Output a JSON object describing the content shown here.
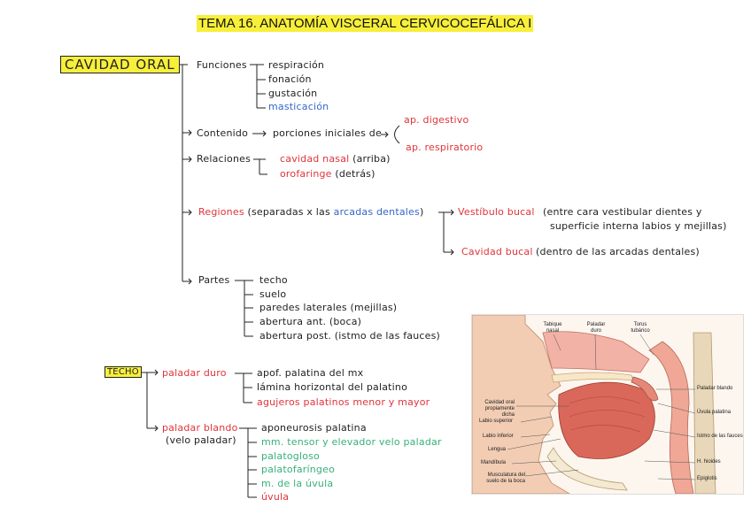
{
  "title": "TEMA 16. ANATOMÍA VISCERAL CERVICOCEFÁLICA I",
  "cavidad_oral": {
    "label": "CAVIDAD ORAL",
    "funciones": {
      "label": "Funciones",
      "items": [
        "respiración",
        "fonación",
        "gustación",
        "masticación"
      ]
    },
    "contenido": {
      "label": "Contenido",
      "text": "porciones iniciales de",
      "items": [
        "ap. digestivo",
        "ap. respiratorio"
      ]
    },
    "relaciones": {
      "label": "Relaciones",
      "items": [
        {
          "name": "cavidad nasal",
          "note": "(arriba)"
        },
        {
          "name": "orofaringe",
          "note": "(detrás)"
        }
      ]
    },
    "regiones": {
      "label": "Regiones",
      "paren_open": "(separadas x las",
      "arcadas": "arcadas dentales",
      "paren_close": ")",
      "vestibulo": "Vestíbulo bucal",
      "vestibulo_note_1": "(entre cara vestibular dientes y",
      "vestibulo_note_2": "superficie interna labios y mejillas)",
      "cavidad_bucal": "Cavidad bucal",
      "cavidad_bucal_note": "(dentro de las arcadas dentales)"
    },
    "partes": {
      "label": "Partes",
      "items": [
        "techo",
        "suelo",
        "paredes laterales (mejillas)",
        "abertura ant. (boca)",
        "abertura post. (istmo de las fauces)"
      ]
    }
  },
  "techo": {
    "label": "TECHO",
    "paladar_duro": {
      "label": "paladar duro",
      "items": [
        "apof. palatina del mx",
        "lámina horizontal del palatino",
        "agujeros palatinos menor y mayor"
      ]
    },
    "paladar_blando": {
      "label": "paladar blando",
      "sub": "(velo paladar)",
      "items": [
        "aponeurosis palatina",
        "mm. tensor y elevador velo paladar",
        "palatogloso",
        "palatofaríngeo",
        "m. de la úvula",
        "úvula"
      ]
    }
  },
  "figure": {
    "labels": {
      "tabique": "Tabique nasal",
      "paladar_duro": "Paladar duro",
      "torus": "Torus tubárico",
      "paladar_blando": "Paladar blando",
      "cavidad_oral": "Cavidad oral propiamente dicha",
      "uvula": "Úvula palatina",
      "labio_sup": "Labio superior",
      "labio_inf": "Labio inferior",
      "istmo": "Istmo de las fauces",
      "lengua": "Lengua",
      "mandibula": "Mandíbula",
      "hioides": "H. hioides",
      "musculatura": "Musculatura del suelo de la boca",
      "epiglotis": "Epiglotis"
    }
  }
}
